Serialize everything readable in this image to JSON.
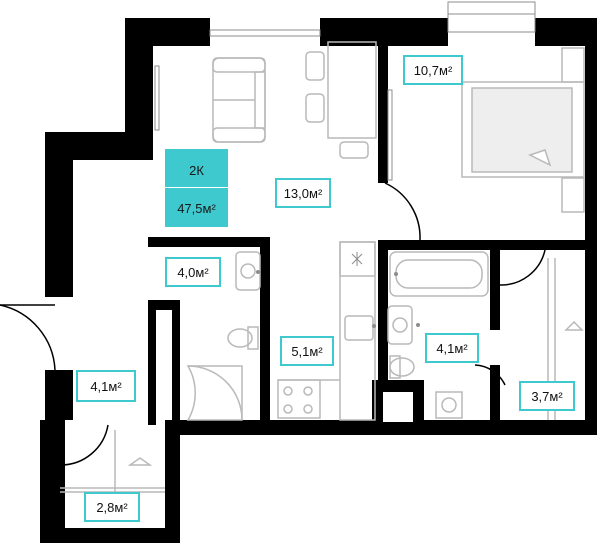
{
  "apartment": {
    "type": "2К",
    "total_area": "47,5м²"
  },
  "rooms": {
    "living_kitchen": "13,0м²",
    "bedroom": "10,7м²",
    "bathroom_small": "4,0м²",
    "kitchen_corridor": "5,1м²",
    "bathroom_main": "4,1м²",
    "hallway": "4,1м²",
    "wardrobe_bedroom": "3,7м²",
    "wardrobe_hall": "2,8м²"
  },
  "colors": {
    "wall": "#000000",
    "accent": "#3ec9cf",
    "furniture": "#b9b9b9"
  }
}
